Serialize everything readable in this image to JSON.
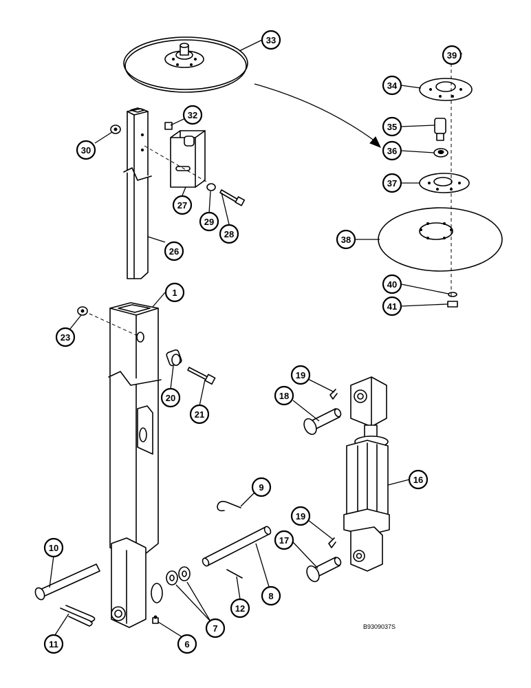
{
  "figure_code": "B9309037S",
  "callouts": [
    {
      "label": "33"
    },
    {
      "label": "39"
    },
    {
      "label": "34"
    },
    {
      "label": "35"
    },
    {
      "label": "36"
    },
    {
      "label": "37"
    },
    {
      "label": "38"
    },
    {
      "label": "40"
    },
    {
      "label": "41"
    },
    {
      "label": "32"
    },
    {
      "label": "30"
    },
    {
      "label": "27"
    },
    {
      "label": "29"
    },
    {
      "label": "28"
    },
    {
      "label": "26"
    },
    {
      "label": "1"
    },
    {
      "label": "23"
    },
    {
      "label": "20"
    },
    {
      "label": "21"
    },
    {
      "label": "19"
    },
    {
      "label": "18"
    },
    {
      "label": "16"
    },
    {
      "label": "9"
    },
    {
      "label": "10"
    },
    {
      "label": "8"
    },
    {
      "label": "19"
    },
    {
      "label": "17"
    },
    {
      "label": "12"
    },
    {
      "label": "7"
    },
    {
      "label": "11"
    },
    {
      "label": "6"
    }
  ]
}
